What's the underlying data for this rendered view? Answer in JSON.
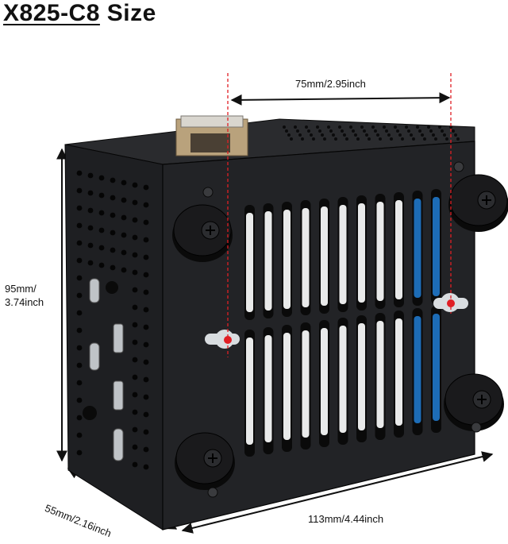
{
  "title": {
    "model": "X825-C8",
    "suffix": " Size"
  },
  "dimensions": {
    "width_top": "75mm/2.95inch",
    "height_line1": "95mm/",
    "height_line2": "3.74inch",
    "depth": "55mm/2.16inch",
    "length": "113mm/4.44inch"
  },
  "colors": {
    "case": "#1b1c1e",
    "case_dark": "#0c0d0e",
    "marker_line": "#e01e24",
    "label_white": "#e9eaea",
    "label_blue": "#1d6cb6"
  }
}
